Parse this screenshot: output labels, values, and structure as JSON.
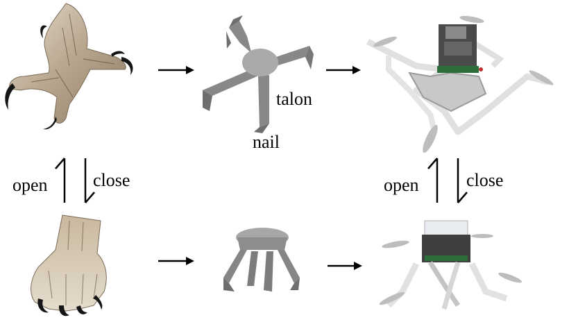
{
  "labels": {
    "talon": "talon",
    "nail": "nail",
    "open_left": "open",
    "close_left": "close",
    "open_right": "open",
    "close_right": "close"
  },
  "colors": {
    "gripper_gray": "#8a8a8a",
    "hub_gray": "#a9a9a9",
    "arrow": "#000000",
    "fur_light": "#d8cfc0",
    "fur_dark": "#6b5a48",
    "claw": "#1a1a1a",
    "drone_frame": "#e8e8e8",
    "drone_body": "#4a4a4a"
  },
  "icons": {
    "top_left": "bird-claw-open-photo",
    "bottom_left": "bird-claw-closed-photo",
    "top_middle": "gripper-open-diagram",
    "bottom_middle": "gripper-closed-diagram",
    "top_right": "drone-open-photo",
    "bottom_right": "drone-closed-photo"
  }
}
